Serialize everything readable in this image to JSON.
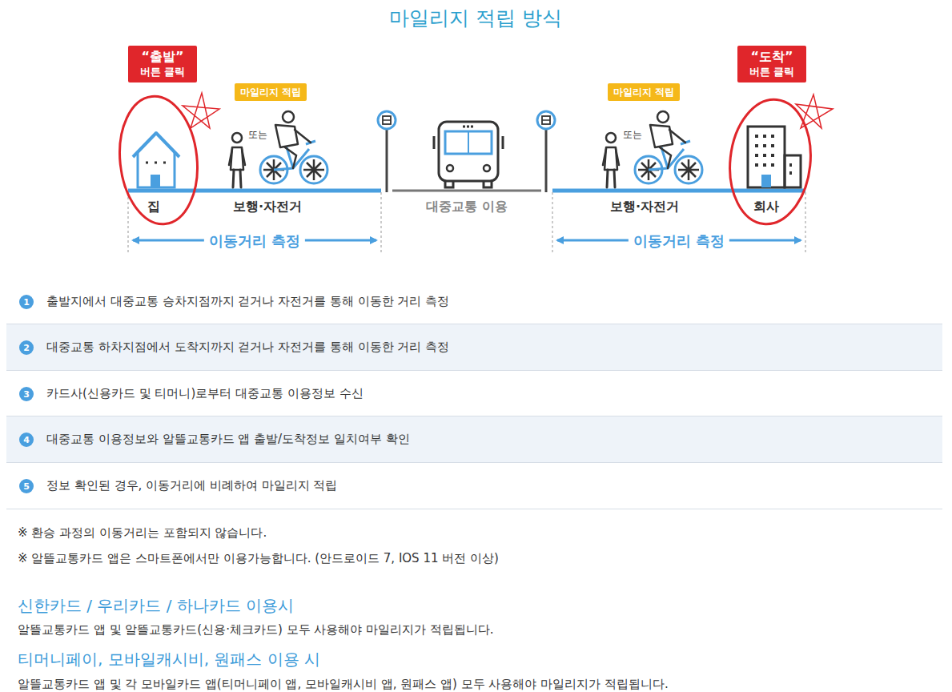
{
  "diagram": {
    "title": "마일리지 적립 방식",
    "nodes": [
      {
        "text": [
          "“출발”",
          "버튼 클릭"
        ]
      },
      {
        "text": [
          "마일리지 적립"
        ]
      },
      {
        "text": [
          "마일리지 적립"
        ]
      },
      {
        "text": [
          "“도착”",
          "버튼 클릭"
        ]
      },
      {
        "text": [
          "출발지에서 대중교통 승차지점까지 걷거나 자전거를 통해 이동한 거리 측정"
        ]
      },
      {
        "text": [
          "1"
        ],
        "in": 4
      },
      {
        "text": [
          "대중교통 하차지점에서 도착지까지 걷거나 자전거를 통해 이동한 거리 측정"
        ]
      },
      {
        "text": [
          "2"
        ],
        "in": 6
      },
      {
        "text": [
          "카드사(신용카드 및 티머니)로부터 대중교통 이용정보 수신"
        ]
      },
      {
        "text": [
          "3"
        ],
        "in": 8
      },
      {
        "text": [
          "대중교통 이용정보와 알뜰교통카드 앱 출발/도착정보 일치여부 확인"
        ]
      },
      {
        "text": [
          "4"
        ],
        "in": 10
      },
      {
        "text": [
          "정보 확인된 경우, 이동거리에 비례하여 마일리지 적립"
        ]
      },
      {
        "text": [
          "5"
        ],
        "in": 12
      }
    ],
    "edges": [],
    "labels": [
      "집",
      "또는",
      "보행·자전거",
      "대중교통 이용",
      "또는",
      "보행·자전거",
      "회사",
      "이동거리 측정",
      "이동거리 측정",
      "※ 환승 과정의 이동거리는 포함되지 않습니다.",
      "※ 알뜰교통카드 앱은 스마트폰에서만 이용가능합니다. (안드로이드 7, IOS 11 버전 이상)",
      "신한카드 / 우리카드 / 하나카드 이용시",
      "알뜰교통카드 앱 및 알뜰교통카드(신용·체크카드) 모두 사용해야 마일리지가 적립됩니다.",
      "티머니페이, 모바일캐시비, 원패스 이용 시",
      "알뜰교통카드 앱 및 각 모바일카드 앱(티머니페이 앱, 모바일캐시비 앱, 원패스 앱) 모두 사용해야 마일리지가 적립됩니다."
    ]
  }
}
